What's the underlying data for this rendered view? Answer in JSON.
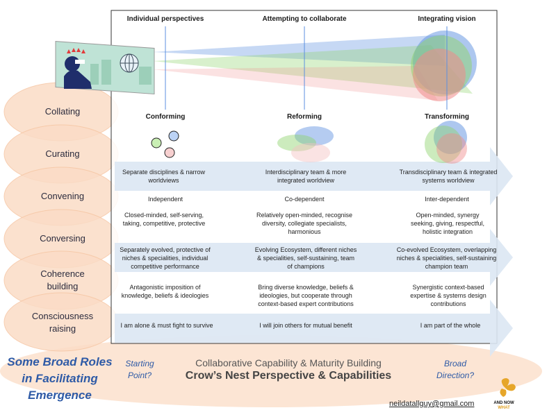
{
  "headers": {
    "individual": "Individual perspectives",
    "attempting": "Attempting to collaborate",
    "integrating": "Integrating vision"
  },
  "stages": {
    "conforming": "Conforming",
    "reforming": "Reforming",
    "transforming": "Transforming"
  },
  "rows": [
    {
      "key": "worldview",
      "cells": [
        "Separate disciplines & narrow worldviews",
        "Interdisciplinary team & more integrated worldview",
        "Transdisciplinary team & integrated systems worldview"
      ]
    },
    {
      "key": "dependence",
      "cells": [
        "Independent",
        "Co-dependent",
        "Inter-dependent"
      ]
    },
    {
      "key": "mindset",
      "cells": [
        "Closed-minded, self-serving, taking, competitive, protective",
        "Relatively open-minded, recognise diversity, collegiate specialists, harmonious",
        "Open-minded, synergy seeking, giving, respectful, holistic integration"
      ]
    },
    {
      "key": "ecosystem",
      "cells": [
        "Separately evolved, protective of niches & specialities, individual competitive  performance",
        "Evolving Ecosystem, different niches & specialities, self-sustaining, team of champions",
        "Co-evolved Ecosystem, overlapping niches & specialities, self-sustaining champion team"
      ]
    },
    {
      "key": "knowledge",
      "cells": [
        "Antagonistic imposition of knowledge, beliefs & ideologies",
        "Bring diverse knowledge, beliefs & ideologies, but cooperate through context-based expert contributions",
        "Synergistic context-based expertise & systems design contributions"
      ]
    },
    {
      "key": "stance",
      "cells": [
        "I am alone & must fight to survive",
        "I will join others for mutual benefit",
        "I am part of the whole"
      ]
    }
  ],
  "roles": [
    "Collating",
    "Curating",
    "Convening",
    "Conversing",
    "Coherence building",
    "Consciousness raising"
  ],
  "footer": {
    "left_title": "Some Broad Roles in Facilitating Emergence",
    "starting_point": "Starting Point?",
    "subtitle": "Collaborative Capability & Maturity Building",
    "main_title": "Crow’s Nest Perspective & Capabilities",
    "broad_direction": "Broad Direction?",
    "email": "neildatallguy@gmail.com",
    "logo_line1": "AND NOW",
    "logo_line2": "WHAT"
  },
  "colors": {
    "orange_pale": "#fbdcc6",
    "blue_band": "#dce7f3",
    "title_blue": "#2e5aa6",
    "circle_blue": "#5b8fe0",
    "circle_green": "#8fd36c",
    "circle_red": "#f08a8a"
  },
  "icons": [
    "person-with-binoculars-icon",
    "globe-icon",
    "crown-icon",
    "logo-icon"
  ]
}
